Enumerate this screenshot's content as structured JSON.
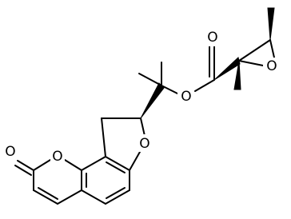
{
  "molecule": {
    "atoms": [
      {
        "id": "O_carbonyl_lactone",
        "label": "O"
      },
      {
        "id": "O_ring_lactone",
        "label": "O"
      },
      {
        "id": "O_furan",
        "label": "O"
      },
      {
        "id": "O_ester",
        "label": "O"
      },
      {
        "id": "O_carbonyl_ester",
        "label": "O"
      },
      {
        "id": "O_epoxide",
        "label": "O"
      }
    ]
  }
}
